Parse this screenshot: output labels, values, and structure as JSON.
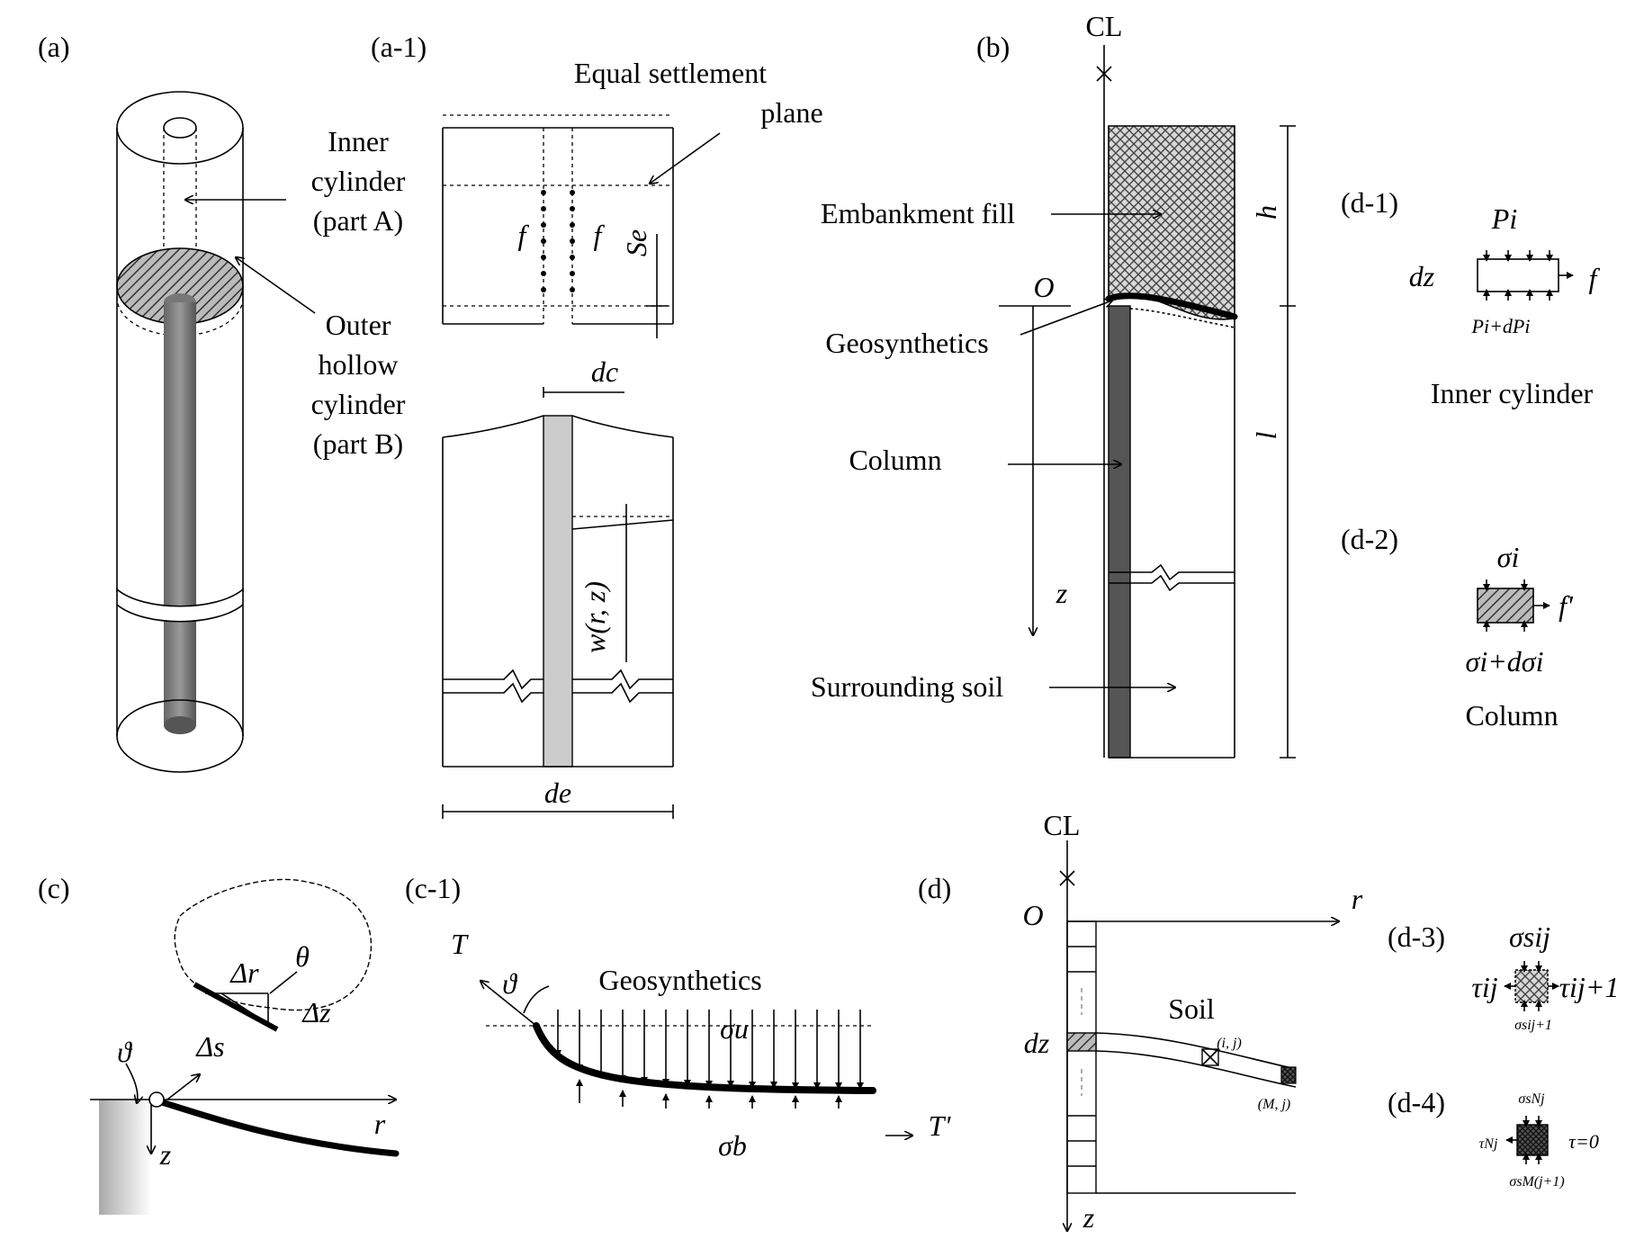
{
  "panels": {
    "a": "(a)",
    "a1": "(a-1)",
    "b": "(b)",
    "c": "(c)",
    "c1": "(c-1)",
    "d": "(d)",
    "d1": "(d-1)",
    "d2": "(d-2)",
    "d3": "(d-3)",
    "d4": "(d-4)"
  },
  "panel_a": {
    "inner1": "Inner",
    "inner2": "cylinder",
    "inner3": "(part A)",
    "outer1": "Outer",
    "outer2": "hollow",
    "outer3": "cylinder",
    "outer4": "(part B)"
  },
  "panel_a1": {
    "equal1": "Equal settlement",
    "equal2": "plane",
    "f_left": "f",
    "f_right": "f",
    "se": "Se",
    "dc": "dc",
    "de": "de",
    "w": "w(r, z)"
  },
  "panel_b": {
    "cl": "CL",
    "embankment": "Embankment fill",
    "geosynthetics": "Geosynthetics",
    "column": "Column",
    "soil": "Surrounding soil",
    "o": "O",
    "z": "z",
    "h": "h",
    "l": "l"
  },
  "panel_d1": {
    "pi": "Pi",
    "dz": "dz",
    "f": "f",
    "pidpi": "Pi+dPi",
    "caption": "Inner cylinder"
  },
  "panel_d2": {
    "sigma": "σi",
    "f": "f'",
    "sigmad": "σi+dσi",
    "caption": "Column"
  },
  "panel_c": {
    "dr": "Δr",
    "theta": "θ",
    "dz": "Δz",
    "ds": "Δs",
    "vartheta": "ϑ",
    "r": "r",
    "z": "z"
  },
  "panel_c1": {
    "t": "T",
    "vartheta": "ϑ",
    "geosynthetics": "Geosynthetics",
    "sigma_u": "σu",
    "sigma_b": "σb",
    "t_prime": "T'"
  },
  "panel_d": {
    "cl": "CL",
    "o": "O",
    "r": "r",
    "dz": "dz",
    "soil": "Soil",
    "ij": "(i, j)",
    "mj": "(M, j)",
    "z": "z"
  },
  "panel_d3": {
    "sigma_top": "σsij",
    "tau_left": "τij",
    "tau_right": "τij+1",
    "sigma_bot": "σsij+1"
  },
  "panel_d4": {
    "sigma_top": "σsNj",
    "tau_left": "τNj",
    "tau_right": "τ=0",
    "sigma_bot": "σsM(j+1)"
  }
}
